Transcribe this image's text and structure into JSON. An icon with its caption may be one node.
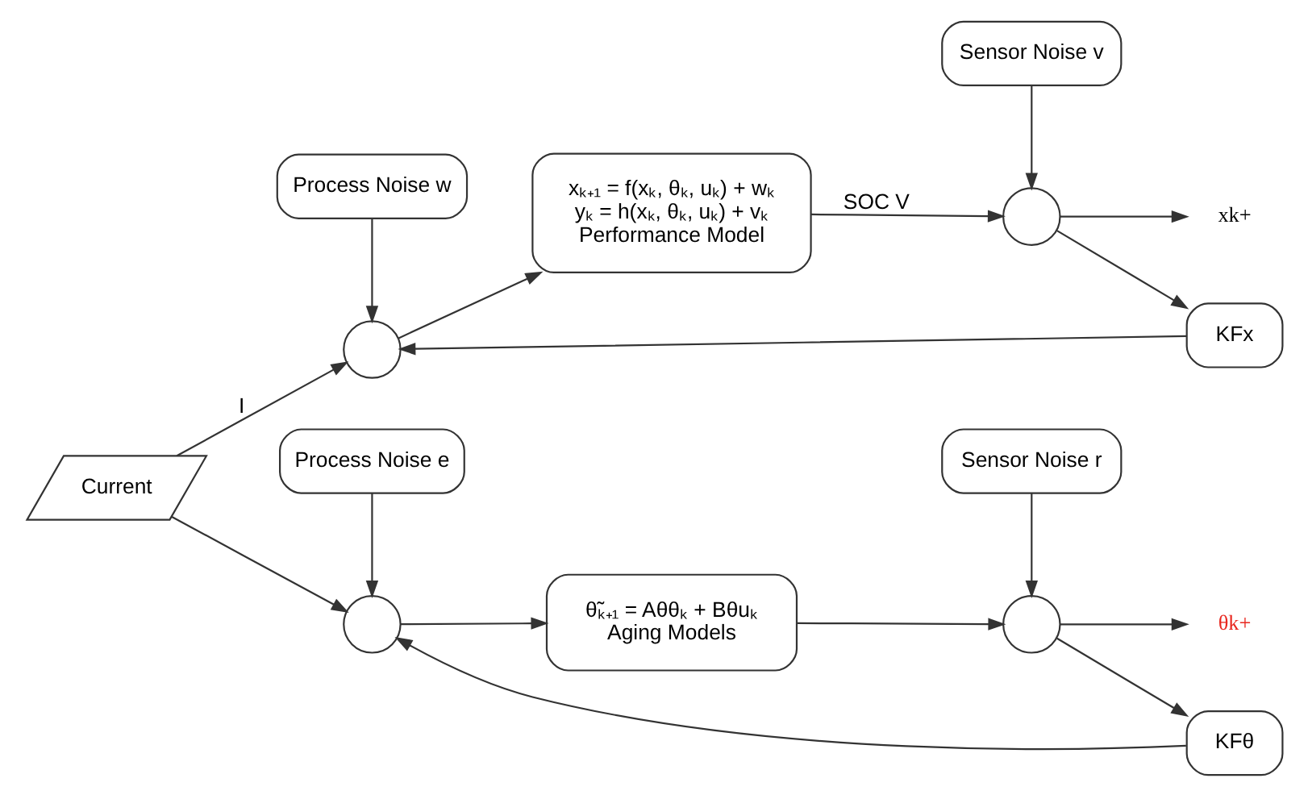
{
  "diagram": {
    "nodes": [
      {
        "text": [
          "Current"
        ]
      },
      {
        "text": [
          "Process Noise w"
        ]
      },
      {
        "text": [],
        "shape": "circle"
      },
      {
        "text": [
          "xₖ₊₁ = f(xₖ, θₖ, uₖ) + wₖ",
          "yₖ = h(xₖ, θₖ, uₖ) + vₖ",
          "Performance Model"
        ]
      },
      {
        "text": [
          "Sensor Noise v"
        ]
      },
      {
        "text": [],
        "shape": "circle"
      },
      {
        "text": [
          "xk+"
        ]
      },
      {
        "text": [
          "KFx"
        ]
      },
      {
        "text": [
          "Process Noise e"
        ]
      },
      {
        "text": [],
        "shape": "circle"
      },
      {
        "text": [
          "θ̃ₖ₊₁ = Aθθₖ + Bθuₖ",
          "Aging Models"
        ]
      },
      {
        "text": [
          "Sensor Noise r"
        ]
      },
      {
        "text": [],
        "shape": "circle"
      },
      {
        "text": [
          "θk+"
        ]
      },
      {
        "text": [
          "KFθ"
        ]
      }
    ],
    "edges": [
      {
        "from": 0,
        "to": 2,
        "arrow": "to",
        "label": "I"
      },
      {
        "from": 1,
        "to": 2,
        "arrow": "to"
      },
      {
        "from": 2,
        "to": 3,
        "arrow": "to"
      },
      {
        "from": 3,
        "to": 5,
        "arrow": "to",
        "label": "SOC V"
      },
      {
        "from": 4,
        "to": 5,
        "arrow": "to"
      },
      {
        "from": 5,
        "to": 6,
        "arrow": "to"
      },
      {
        "from": 5,
        "to": 7,
        "arrow": "to"
      },
      {
        "from": 7,
        "to": 2,
        "arrow": "to"
      },
      {
        "from": 0,
        "to": 9,
        "arrow": "to"
      },
      {
        "from": 8,
        "to": 9,
        "arrow": "to"
      },
      {
        "from": 9,
        "to": 10,
        "arrow": "to"
      },
      {
        "from": 10,
        "to": 12,
        "arrow": "to"
      },
      {
        "from": 11,
        "to": 12,
        "arrow": "to"
      },
      {
        "from": 12,
        "to": 13,
        "arrow": "to"
      },
      {
        "from": 12,
        "to": 14,
        "arrow": "to"
      },
      {
        "from": 14,
        "to": 9,
        "arrow": "to"
      }
    ]
  }
}
